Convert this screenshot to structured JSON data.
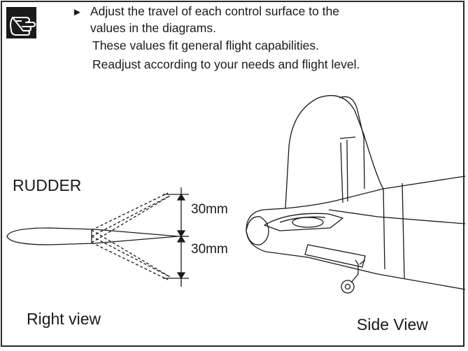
{
  "note": {
    "arrow": "►",
    "lines": [
      "Adjust the travel of each control surface to the",
      "values in the diagrams.",
      "These values fit general flight capabilities.",
      "Readjust according to your needs and flight level."
    ]
  },
  "rudder": {
    "title": "RUDDER",
    "throw_up": "30mm",
    "throw_down": "30mm",
    "view_caption": "Right view"
  },
  "side_view": {
    "caption": "Side View"
  }
}
